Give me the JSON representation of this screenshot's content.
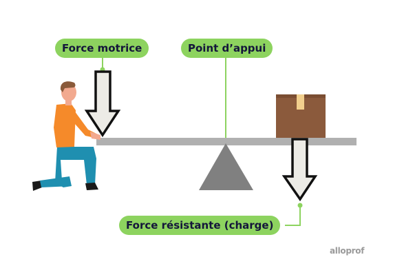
{
  "labels": {
    "force_motrice": "Force motrice",
    "point_appui": "Point d’appui",
    "force_resistante": "Force résistante (charge)"
  },
  "watermark": "alloprof",
  "colors": {
    "label_bg": "#8dd35f",
    "leader_line": "#8dd35f",
    "lever_bar": "#b0b0b0",
    "fulcrum": "#808080",
    "arrow_fill": "#ecebe6",
    "arrow_stroke": "#111111",
    "box": "#8b5a3c",
    "box_tape": "#f2cf8d",
    "shirt": "#f58a2a",
    "pants": "#1f8fb0",
    "skin": "#f2a98f",
    "hair": "#8a5a3a"
  },
  "icons": [
    "person-icon",
    "box-icon",
    "down-arrow-icon"
  ]
}
